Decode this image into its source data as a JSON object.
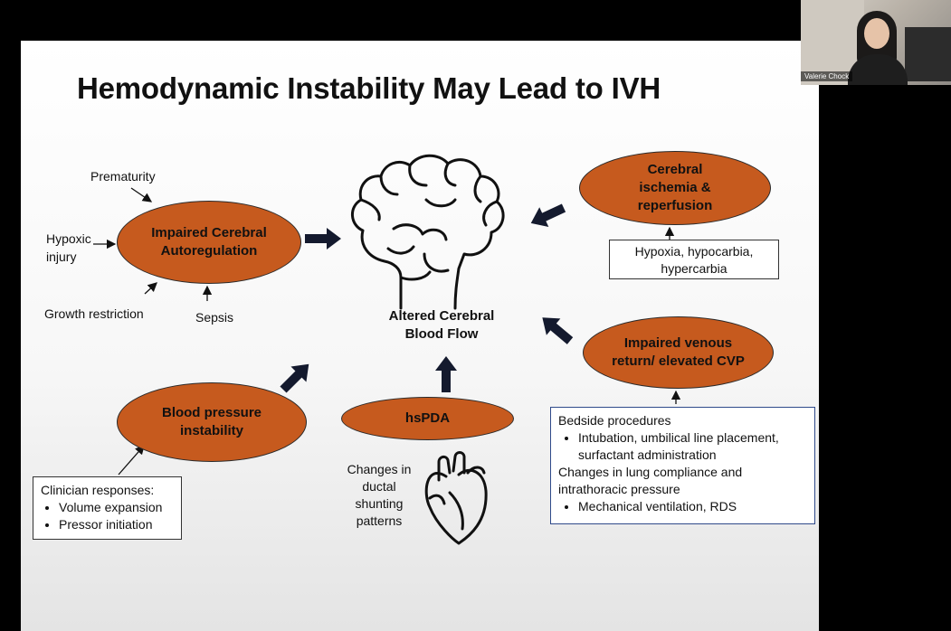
{
  "slide": {
    "title": "Hemodynamic Instability May Lead to IVH",
    "center_label": "Altered Cerebral Blood Flow",
    "nodes": {
      "autoregulation": "Impaired Cerebral Autoregulation",
      "ischemia": "Cerebral ischemia & reperfusion",
      "venous": "Impaired venous return/ elevated CVP",
      "blood_pressure": "Blood pressure instability",
      "hspda": "hsPDA"
    },
    "risk_factors": {
      "prematurity": "Prematurity",
      "hypoxic_injury": "Hypoxic injury",
      "growth_restriction": "Growth restriction",
      "sepsis": "Sepsis"
    },
    "ischemia_causes": "Hypoxia, hypocarbia, hypercarbia",
    "clinician_box": {
      "heading": "Clinician responses:",
      "items": [
        "Volume expansion",
        "Pressor initiation"
      ]
    },
    "ductal_note": "Changes in ductal shunting patterns",
    "venous_box": {
      "heading": "Bedside procedures",
      "items": [
        "Intubation, umbilical line placement, surfactant administration"
      ],
      "subheading": "Changes in lung compliance and intrathoracic pressure",
      "items2": [
        "Mechanical ventilation, RDS"
      ]
    },
    "icons": {
      "center": "brain-icon",
      "ductal": "heart-icon"
    },
    "colors": {
      "node_fill": "#c65a1e",
      "arrow": "#141a2e",
      "box_border": "#2f4a8a"
    }
  },
  "video": {
    "participant_name": "Valerie Chock"
  }
}
